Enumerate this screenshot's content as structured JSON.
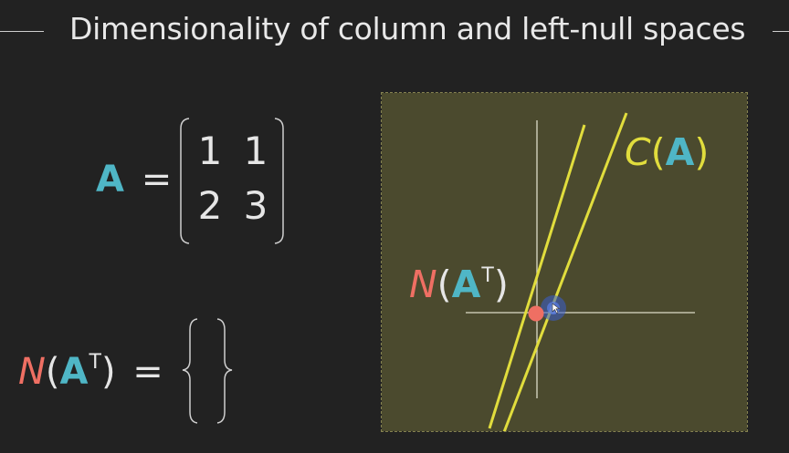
{
  "slide": {
    "title": "Dimensionality of column and left-null spaces"
  },
  "matrix_eq": {
    "name": "A",
    "equals": "=",
    "entries": [
      [
        "1",
        "1"
      ],
      [
        "2",
        "3"
      ]
    ]
  },
  "null_eq": {
    "symbol": "N",
    "open": "(",
    "matrix": "A",
    "sup": "T",
    "close": ")",
    "equals": "="
  },
  "diagram": {
    "column_space_label": {
      "symbol": "C",
      "open": "(",
      "matrix": "A",
      "close": ")"
    },
    "left_null_label": {
      "symbol": "N",
      "open": "(",
      "matrix": "A",
      "sup": "T",
      "close": ")"
    },
    "line_color": "#e1dd3d",
    "point_color": "#ef6f63",
    "cursor_highlight_color": "#3a5fd0",
    "background_color": "#4b4a2e"
  },
  "colors": {
    "matrix_name": "#4fb6c6",
    "null_symbol": "#ef6f63",
    "text": "#e6e6e6"
  }
}
